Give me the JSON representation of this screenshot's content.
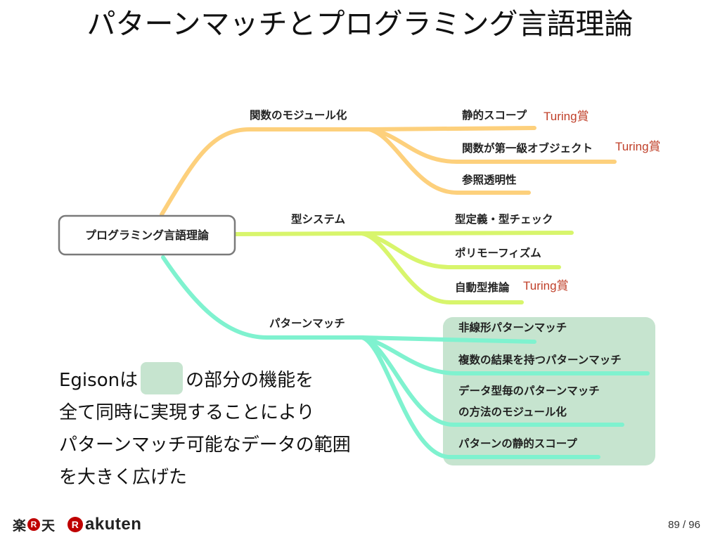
{
  "title": "パターンマッチとプログラミング言語理論",
  "colors": {
    "branch_module": "#fdd07c",
    "branch_type": "#d8f56c",
    "branch_pattern": "#7ff2cf",
    "highlight_box": "#c6e4cf",
    "award_text": "#c0402a",
    "root_border": "#7a7a7a"
  },
  "root": {
    "label": "プログラミング言語理論"
  },
  "branches": [
    {
      "label": "関数のモジュール化",
      "children": [
        {
          "label": "静的スコープ",
          "award": "Turing賞"
        },
        {
          "label": "関数が第一級オブジェクト",
          "award": "Turing賞"
        },
        {
          "label": "参照透明性",
          "award": ""
        }
      ]
    },
    {
      "label": "型システム",
      "children": [
        {
          "label": "型定義・型チェック",
          "award": ""
        },
        {
          "label": "ポリモーフィズム",
          "award": ""
        },
        {
          "label": "自動型推論",
          "award": "Turing賞"
        }
      ]
    },
    {
      "label": "パターンマッチ",
      "children": [
        {
          "label": "非線形パターンマッチ",
          "award": ""
        },
        {
          "label": "複数の結果を持つパターンマッチ",
          "award": ""
        },
        {
          "label": "データ型毎のパターンマッチの方法のモジュール化",
          "award": ""
        },
        {
          "label": "パターンの静的スコープ",
          "award": ""
        }
      ]
    }
  ],
  "description": {
    "lines": [
      [
        "Egisonは",
        "の部分の機能を"
      ],
      [
        "全て同時に実現することにより"
      ],
      [
        "パターンマッチ可能なデータの範囲"
      ],
      [
        "を大きく広げた"
      ]
    ]
  },
  "footer": {
    "logo_kanji_left": "楽",
    "logo_r": "R",
    "logo_kanji_right": "天",
    "logo_brand": "akuten",
    "page_number": "89 / 96"
  }
}
